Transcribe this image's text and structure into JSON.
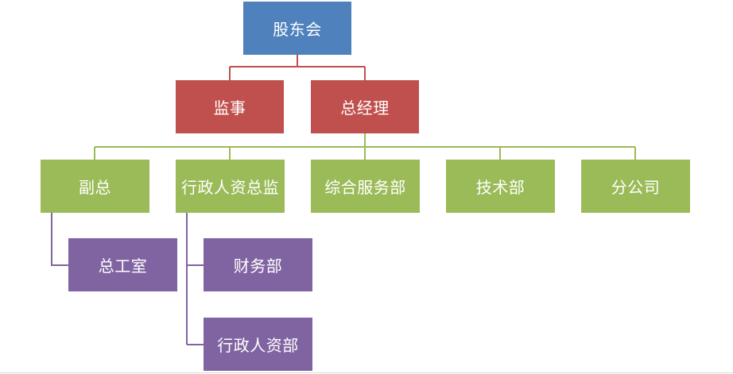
{
  "org_chart": {
    "shareholders": "股东会",
    "supervisor": "监事",
    "general_manager": "总经理",
    "vice_president": "副总",
    "admin_hr_director": "行政人资总监",
    "general_services": "综合服务部",
    "tech_dept": "技术部",
    "branch_company": "分公司",
    "chief_office": "总工室",
    "finance_dept": "财务部",
    "admin_hr_dept": "行政人资部"
  },
  "colors": {
    "top": "#4f81bd",
    "executive": "#c0504d",
    "department": "#9bbb59",
    "sub_department": "#8064a2"
  }
}
